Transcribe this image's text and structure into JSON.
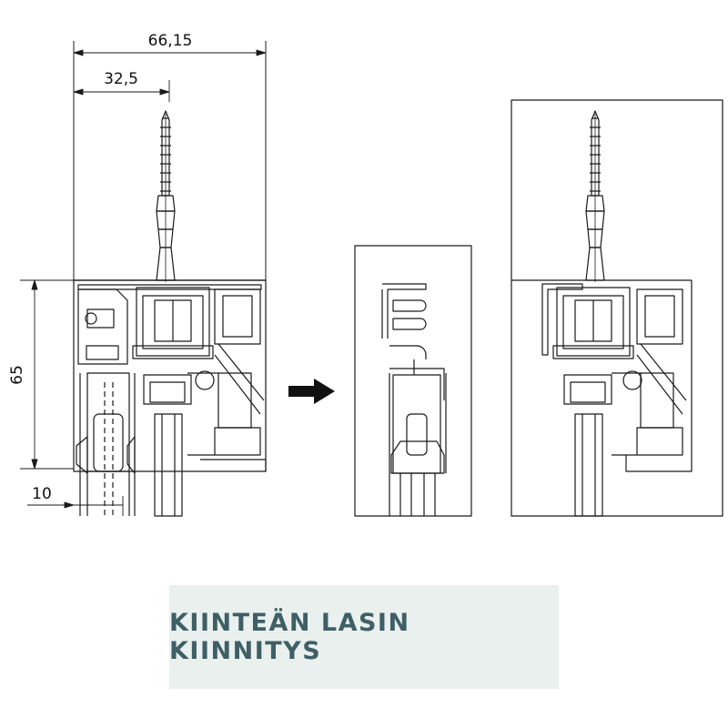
{
  "dimensions": {
    "overall_width": "66,15",
    "screw_offset": "32,5",
    "profile_height": "65",
    "glass_offset": "10"
  },
  "caption": {
    "text": "KIINTEÄN LASIN KIINNITYS"
  },
  "colors": {
    "line": "#1a1a1a",
    "caption_background": "#e9f0ee",
    "caption_text": "#3f5f66"
  },
  "icons": {
    "arrow": "right-arrow-icon"
  }
}
